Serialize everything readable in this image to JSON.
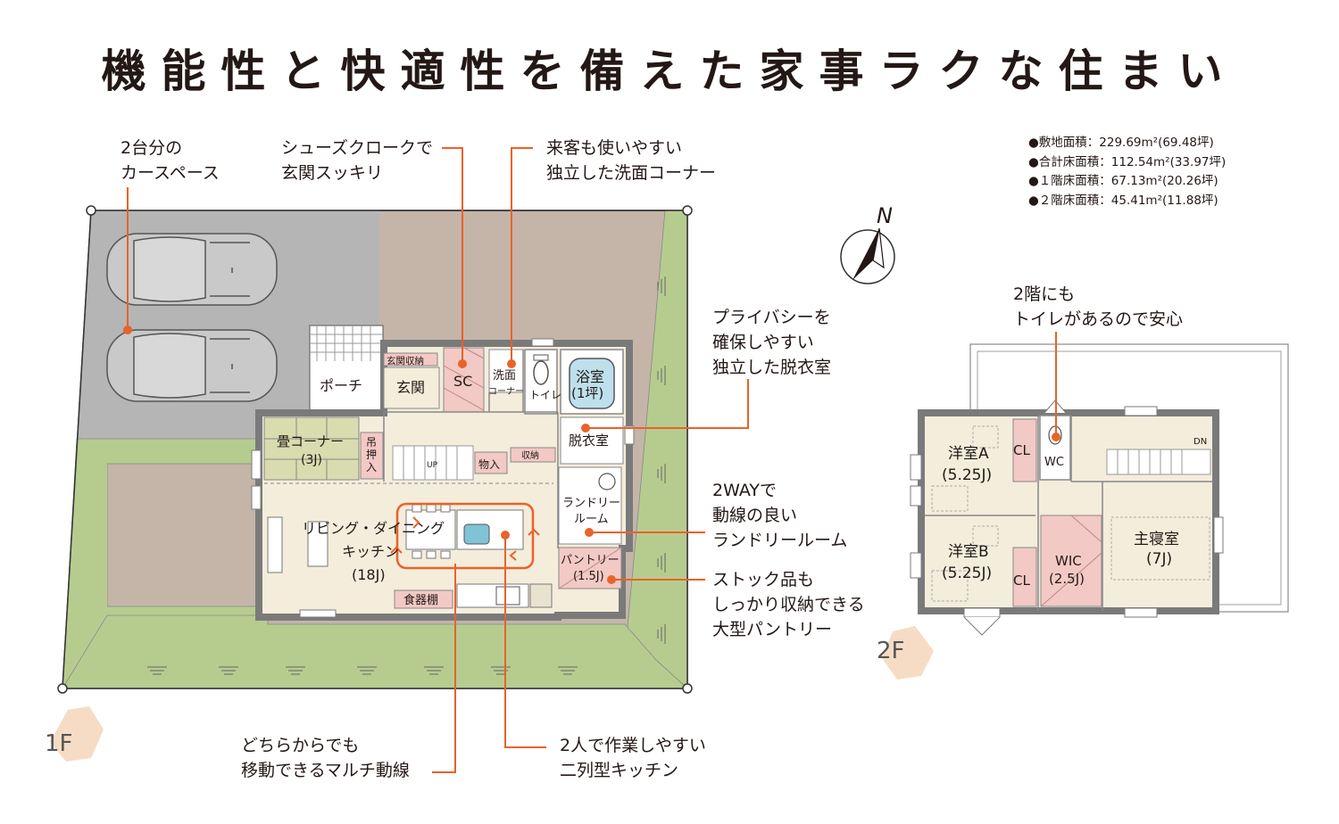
{
  "title": "機能性と快適性を備えた家事ラクな住まい",
  "stats": [
    "●敷地面積：229.69m²(69.48坪)",
    "●合計床面積：112.54m²(33.97坪)",
    "●１階床面積：67.13m²(20.26坪)",
    "●２階床面積：45.41m²(11.88坪)"
  ],
  "callouts": {
    "carspace": [
      "2台分の",
      "カースペース"
    ],
    "shoes": [
      "シューズクロークで",
      "玄関スッキリ"
    ],
    "washroom": [
      "来客も使いやすい",
      "独立した洗面コーナー"
    ],
    "privacy": [
      "プライバシーを",
      "確保しやすい",
      "独立した脱衣室"
    ],
    "toilet2f": [
      "2階にも",
      "トイレがあるので安心"
    ],
    "twoway": [
      "2WAYで",
      "動線の良い",
      "ランドリールーム"
    ],
    "stock": [
      "ストック品も",
      "しっかり収納できる",
      "大型パントリー"
    ],
    "multi": [
      "どちらからでも",
      "移動できるマルチ動線"
    ],
    "kitchen": [
      "2人で作業しやすい",
      "二列型キッチン"
    ]
  },
  "floor1": {
    "label": "1F",
    "rooms": {
      "porch": "ポーチ",
      "entrance": "玄関",
      "entrance_storage": "玄関収納",
      "sc": "SC",
      "wash1": "洗面",
      "wash2": "コーナー",
      "toilet": "トイレ",
      "bath1": "浴室",
      "bath2": "(1坪)",
      "dressing": "脱衣室",
      "tatami1": "畳コーナー",
      "tatami2": "(3J)",
      "closet1": "吊",
      "closet2": "押",
      "closet3": "入",
      "up": "UP",
      "storage_in": "物入",
      "storage": "収納",
      "laundry1": "ランドリー",
      "laundry2": "ルーム",
      "ldk1": "リビング・ダイニング",
      "ldk2": "キッチン",
      "ldk3": "(18J)",
      "pantry1": "パントリー",
      "pantry2": "(1.5J)",
      "dish": "食器棚"
    }
  },
  "floor2": {
    "label": "2F",
    "rooms": {
      "a1": "洋室A",
      "a2": "(5.25J)",
      "cl": "CL",
      "wc": "WC",
      "dn": "DN",
      "b1": "洋室B",
      "b2": "(5.25J)",
      "wic1": "WIC",
      "wic2": "(2.5J)",
      "master1": "主寝室",
      "master2": "(7J)"
    }
  },
  "compass": "N",
  "colors": {
    "accent": "#e8632a",
    "pink": "#f2c9c5",
    "beige": "#f4eddc",
    "tatami": "#d8dcae",
    "lot": "#c4b5a8",
    "gravel": "#b5b5b5",
    "green": "#b6cc8f",
    "wall": "#7a7a7a",
    "badge": "#f6dcc4"
  }
}
